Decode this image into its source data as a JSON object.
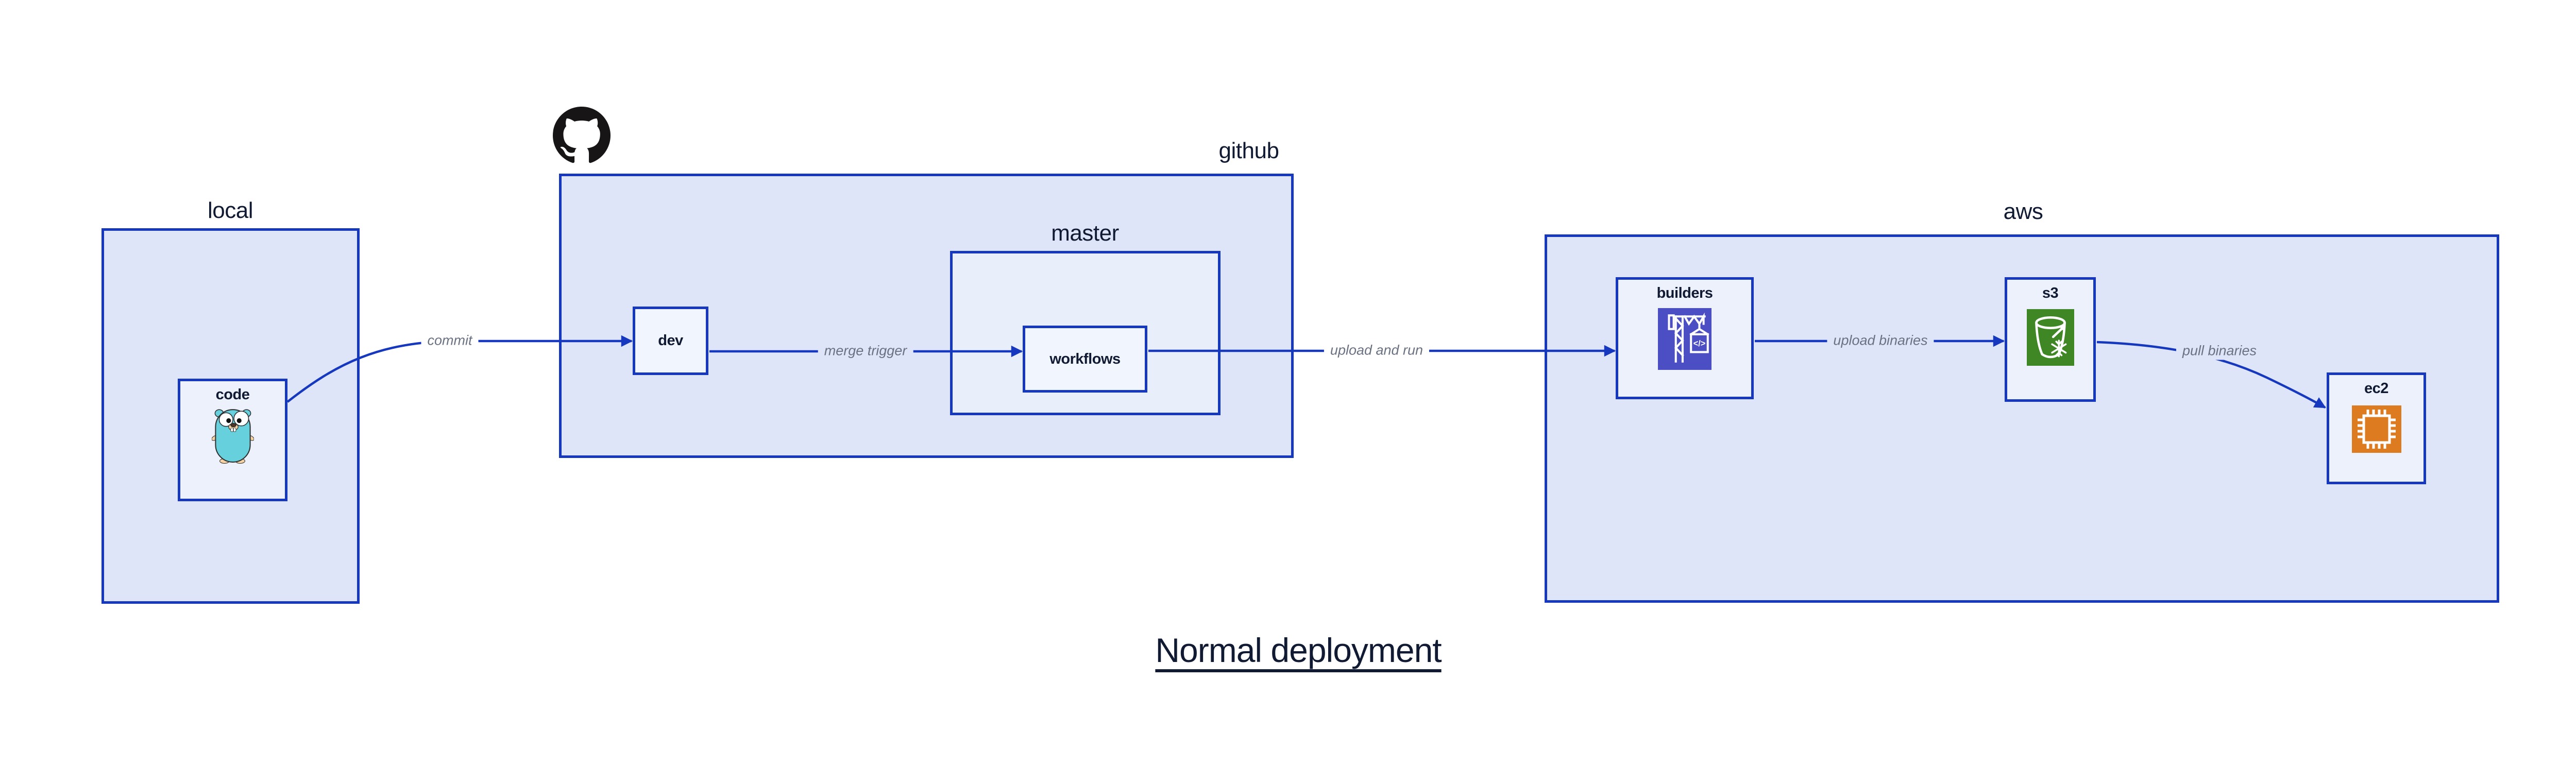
{
  "title": "Normal deployment",
  "colors": {
    "accent": "#1638bf",
    "group-fill": "#dee5f8",
    "mid-fill": "#e9eefb",
    "node-fill": "#edf1fc",
    "inner-fill": "#f1f5fd",
    "ink": "#111a33",
    "edge-label": "#6a7282",
    "codebuild-indigo": "#4c4fc4",
    "s3-green": "#3f8624",
    "ec2-orange": "#dd7b20",
    "gopher-teal": "#66d1dc",
    "octocat-black": "#171515"
  },
  "groups": {
    "local": {
      "label": "local"
    },
    "github": {
      "label": "github"
    },
    "master": {
      "label": "master"
    },
    "aws": {
      "label": "aws"
    }
  },
  "nodes": {
    "code": {
      "label": "code",
      "icon": "go-gopher-icon"
    },
    "dev": {
      "label": "dev"
    },
    "workflows": {
      "label": "workflows"
    },
    "builders": {
      "label": "builders",
      "icon": "codebuild-crane-icon"
    },
    "s3": {
      "label": "s3",
      "icon": "s3-glacier-bucket-icon"
    },
    "ec2": {
      "label": "ec2",
      "icon": "ec2-chip-icon"
    }
  },
  "edges": {
    "commit": {
      "label": "commit",
      "from": "code",
      "to": "dev"
    },
    "merge_trigger": {
      "label": "merge trigger",
      "from": "dev",
      "to": "workflows"
    },
    "upload_and_run": {
      "label": "upload and run",
      "from": "workflows",
      "to": "builders"
    },
    "upload_binaries": {
      "label": "upload binaries",
      "from": "builders",
      "to": "s3"
    },
    "pull_binaries": {
      "label": "pull binaries",
      "from": "s3",
      "to": "ec2"
    }
  }
}
